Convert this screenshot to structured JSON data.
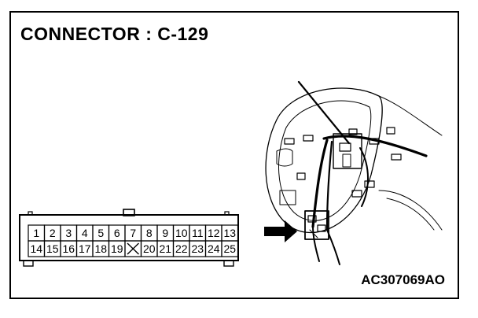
{
  "title": "CONNECTOR : C-129",
  "figure_code": "AC307069AO",
  "connector": {
    "top_row": [
      "1",
      "2",
      "3",
      "4",
      "5",
      "6",
      "7",
      "8",
      "9",
      "10",
      "11",
      "12",
      "13"
    ],
    "bottom_row": [
      "14",
      "15",
      "16",
      "17",
      "18",
      "19",
      "",
      "20",
      "21",
      "22",
      "23",
      "24",
      "25"
    ],
    "blank_cavity_marker": "cross"
  },
  "colors": {
    "line": "#000000",
    "background": "#ffffff"
  }
}
